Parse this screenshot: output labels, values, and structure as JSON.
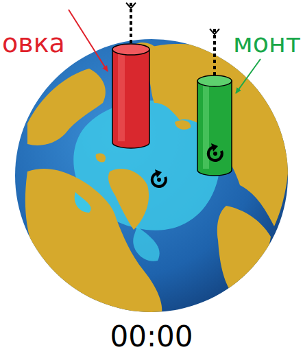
{
  "diagram": {
    "labels": [
      "овка",
      "монт",
      "00:00"
    ]
  }
}
